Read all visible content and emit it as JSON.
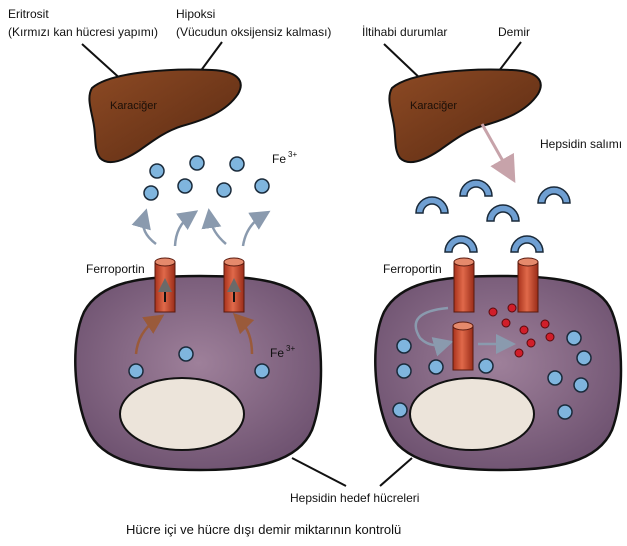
{
  "labels": {
    "left_top1_line1": "Eritrosit",
    "left_top1_line2": "(Kırmızı kan hücresi yapımı)",
    "left_top2_line1": "Hipoksi",
    "left_top2_line2": "(Vücudun oksijensiz kalması)",
    "right_top1": "İltihabi durumlar",
    "right_top2": "Demir",
    "liver": "Karaciğer",
    "iron": "Fe",
    "iron_charge": "3+",
    "ferroportin": "Ferroportin",
    "hepcidin_release": "Hepsidin salımı",
    "target_cells": "Hepsidin hedef hücreleri",
    "caption": "Hücre içi ve hücre dışı demir miktarının kontrolü"
  },
  "colors": {
    "liver": "#7a3e1c",
    "cell": "#8a6a86",
    "nucleus": "#ece4da",
    "iron_blue": "#7fb5de",
    "iron_red": "#d01e2a",
    "hepcidin": "#6f9fd2",
    "ferroportin": "#c8452a",
    "arrow_gray": "#8a9aae",
    "arrow_brown": "#9a5a3a",
    "arrow_pink": "#c7a3aa"
  }
}
